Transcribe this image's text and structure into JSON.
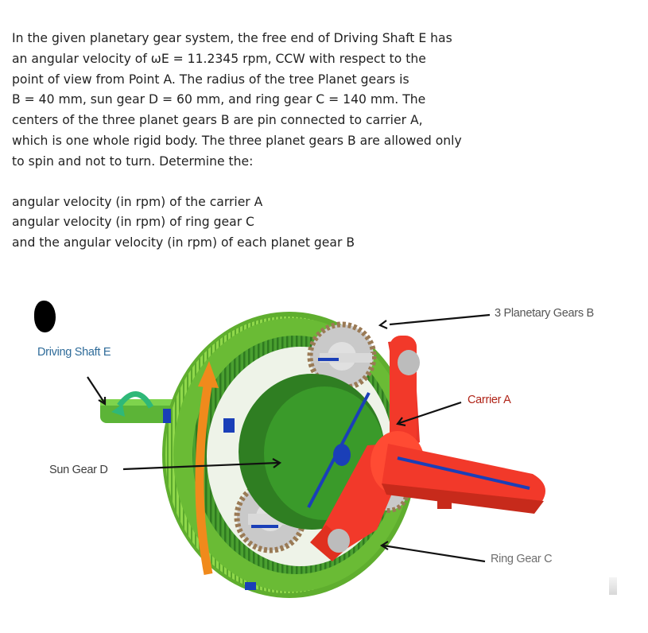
{
  "problem": {
    "paragraph_1": "In the given planetary gear system, the free end of Driving Shaft E has\nan angular velocity of ωE = 11.2345 rpm, CCW with respect to the\npoint of view from Point A. The radius of the tree Planet gears is\nB = 40 mm, sun gear D = 60 mm, and ring gear C = 140 mm. The\ncenters of the three planet gears B are pin connected to carrier A,\nwhich is one whole rigid body. The three planet gears B are allowed only\nto spin and not to turn. Determine the:",
    "q1": "angular velocity (in rpm) of the carrier A",
    "q2": "angular velocity (in rpm) of ring gear C",
    "q3": "and the angular velocity (in rpm) of each planet gear B"
  },
  "figure": {
    "labels": {
      "driving_shaft": "Driving Shaft E",
      "sun_gear": "Sun Gear D",
      "planetary_gears": "3 Planetary Gears B",
      "carrier": "Carrier A",
      "ring_gear": "Ring Gear C"
    },
    "colors": {
      "ring": "#7cc63c",
      "ring_dark": "#4f9426",
      "sun": "#3b8b2c",
      "carrier": "#f2392a",
      "shaft_stripe": "#1a3fb8",
      "arrow_orange": "#f08a1c",
      "label_dark": "#3d3d3d",
      "label_blue": "#2e6b99",
      "label_red": "#b02418",
      "label_gray": "#6e6e6e"
    }
  }
}
